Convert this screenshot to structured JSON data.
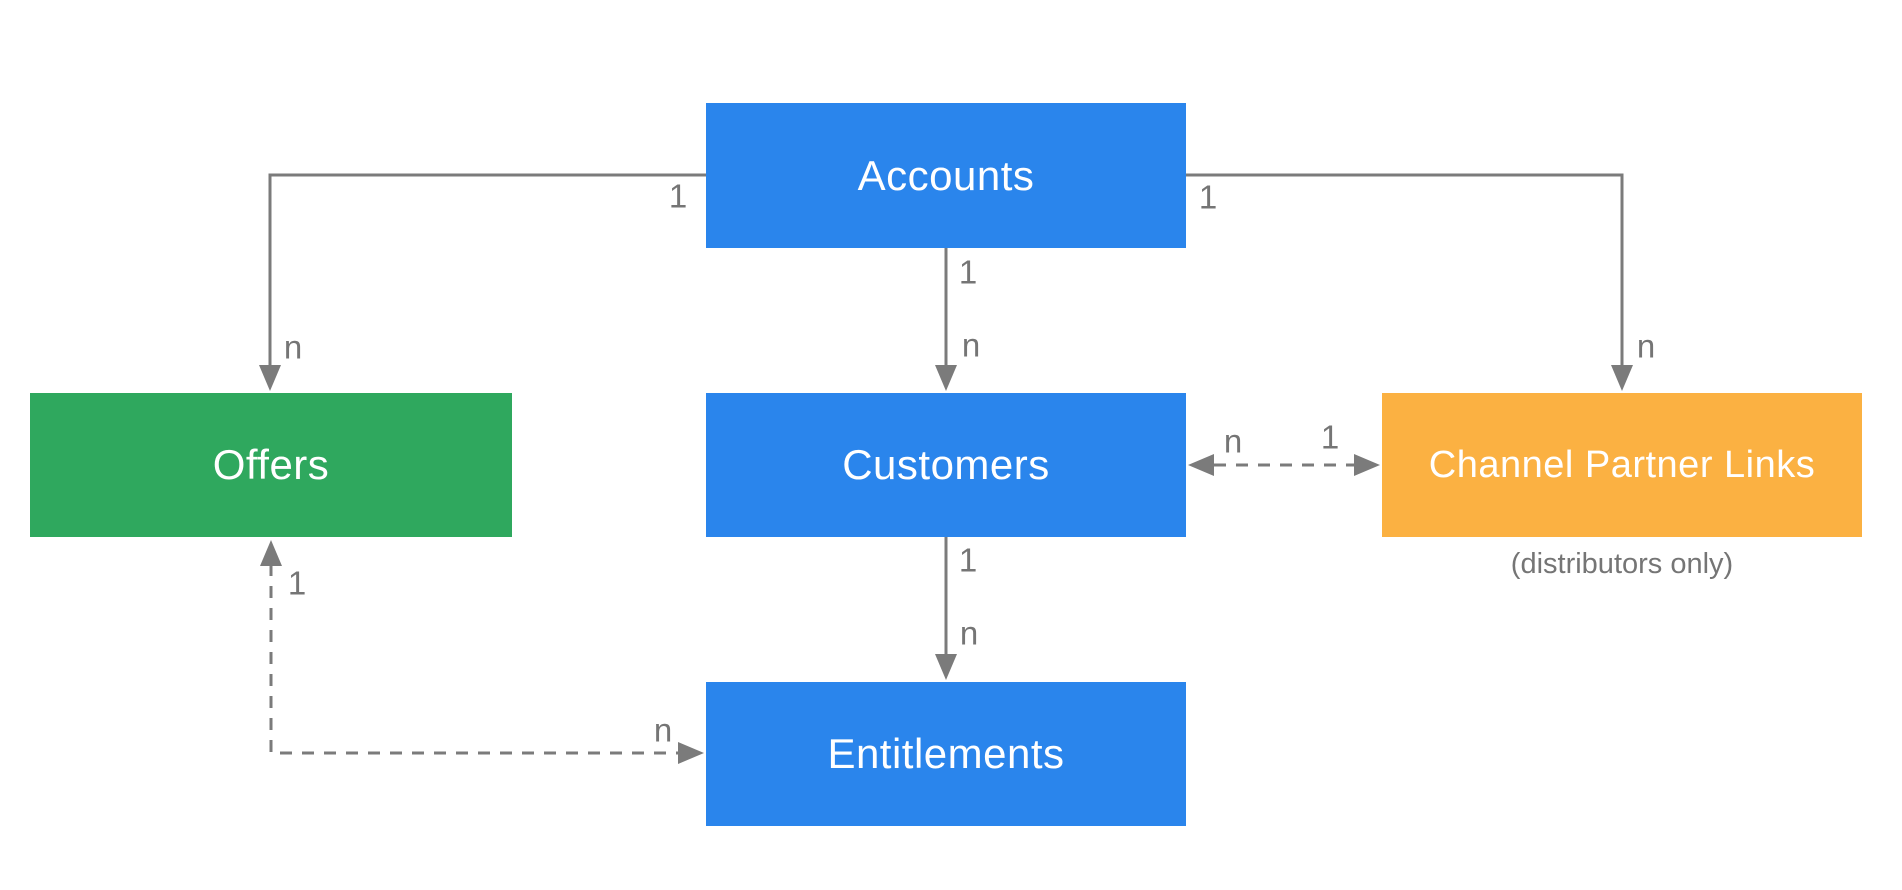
{
  "background": "#FFFFFF",
  "colors": {
    "blue": "#2A85EC",
    "green": "#2FA85E",
    "amber": "#FBB142",
    "line_gray": "#7B7B7B",
    "label_gray": "#757575",
    "entity_text": "#FFFFFF"
  },
  "entities": [
    {
      "id": "accounts",
      "label": "Accounts",
      "color_key": "blue"
    },
    {
      "id": "offers",
      "label": "Offers",
      "color_key": "green"
    },
    {
      "id": "customers",
      "label": "Customers",
      "color_key": "blue"
    },
    {
      "id": "channel-partner-links",
      "label": "Channel Partner Links",
      "color_key": "amber",
      "caption": "(distributors only)"
    },
    {
      "id": "entitlements",
      "label": "Entitlements",
      "color_key": "blue"
    }
  ],
  "relationships": [
    {
      "from": "Accounts",
      "to": "Offers",
      "from_card": "1",
      "to_card": "n",
      "line": "solid",
      "arrows": "to"
    },
    {
      "from": "Accounts",
      "to": "Customers",
      "from_card": "1",
      "to_card": "n",
      "line": "solid",
      "arrows": "to"
    },
    {
      "from": "Accounts",
      "to": "Channel Partner Links",
      "from_card": "1",
      "to_card": "n",
      "line": "solid",
      "arrows": "to"
    },
    {
      "from": "Customers",
      "to": "Channel Partner Links",
      "from_card": "n",
      "to_card": "1",
      "line": "dashed",
      "arrows": "both"
    },
    {
      "from": "Offers",
      "to": "Entitlements",
      "from_card": "1",
      "to_card": "n",
      "line": "dashed",
      "arrows": "both"
    },
    {
      "from": "Customers",
      "to": "Entitlements",
      "from_card": "1",
      "to_card": "n",
      "line": "solid",
      "arrows": "to"
    }
  ]
}
